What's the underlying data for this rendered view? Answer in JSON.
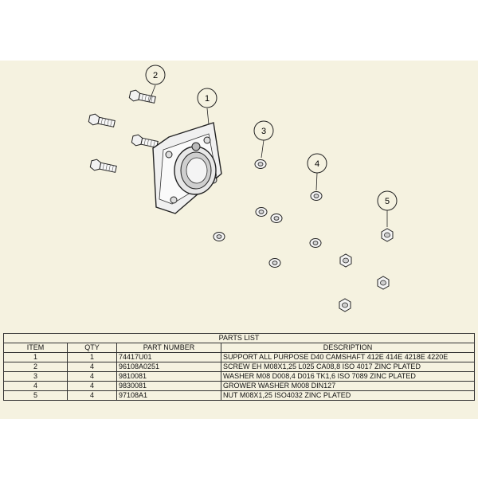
{
  "balloons": [
    "1",
    "2",
    "3",
    "4",
    "5"
  ],
  "parts_list": {
    "title": "PARTS LIST",
    "headers": [
      "ITEM",
      "QTY",
      "PART NUMBER",
      "DESCRIPTION"
    ],
    "rows": [
      [
        "1",
        "1",
        "74417U01",
        "SUPPORT ALL PURPOSE D40 CAMSHAFT 412E 414E 4218E 4220E"
      ],
      [
        "2",
        "4",
        "96108A0251",
        "SCREW EH M08X1,25 L025 CA08,8 ISO 4017 ZINC PLATED"
      ],
      [
        "3",
        "4",
        "9810081",
        "WASHER M08 D008,4 D016 TK1,6 ISO 7089 ZINC PLATED"
      ],
      [
        "4",
        "4",
        "9830081",
        "GROWER WASHER M008 DIN127"
      ],
      [
        "5",
        "4",
        "97108A1",
        "NUT M08X1,25 ISO4032 ZINC PLATED"
      ]
    ]
  }
}
